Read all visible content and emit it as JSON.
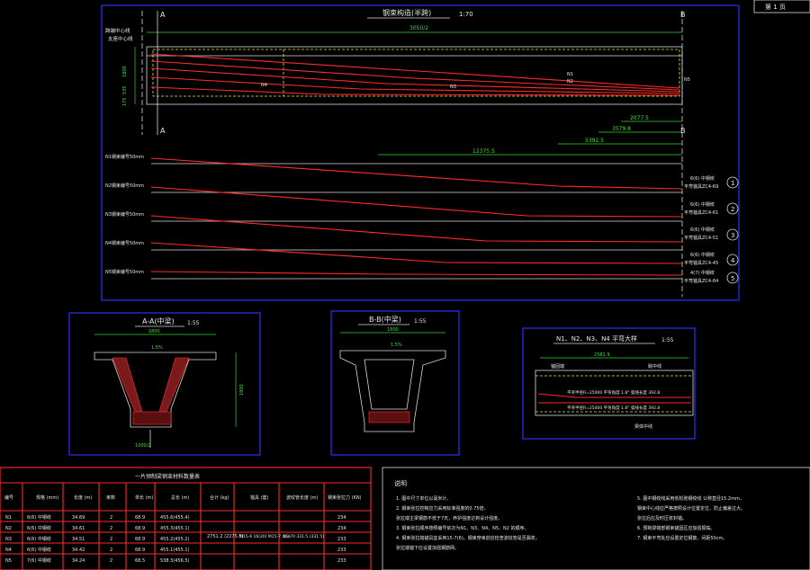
{
  "sheet": {
    "page_label": "第 1 页"
  },
  "elevation": {
    "title": "钢束构造(半跨)",
    "scale": "1:70",
    "section_a": "A",
    "section_b": "B",
    "total_length": "3050/2",
    "left_note_1": "跨端中心线",
    "left_note_2": "支座中心线",
    "dim_1": "2077.5",
    "dim_2": "3579.8",
    "dim_3": "5392.5",
    "dim_4": "12375.5",
    "dims_vertical": [
      "1800",
      "535",
      "175"
    ],
    "strand_labels": [
      "N1",
      "N2",
      "N3",
      "N4",
      "N5"
    ]
  },
  "tendon_rows": [
    {
      "label": "N1钢束编号50mm",
      "end_note": "6(6) 中钢绞",
      "end_note_2": "平弯锚具ZC4-69",
      "num": "1"
    },
    {
      "label": "N2钢束编号50mm",
      "end_note": "6(6) 中钢绞",
      "end_note_2": "平弯锚具ZC4-61",
      "num": "2"
    },
    {
      "label": "N3钢束编号50mm",
      "end_note": "6(6) 中钢绞",
      "end_note_2": "平弯锚具ZC4-51",
      "num": "3"
    },
    {
      "label": "N4钢束编号50mm",
      "end_note": "6(6) 中钢绞",
      "end_note_2": "平弯锚具ZC4-45",
      "num": "4"
    },
    {
      "label": "N5钢束编号50mm",
      "end_note": "4(7) 中钢绞",
      "end_note_2": "平弯锚具ZC4-84",
      "num": "5"
    }
  ],
  "section_aa": {
    "title": "A-A(中梁)",
    "scale": "1:55",
    "width": "1800",
    "slope": "1.5%",
    "height": "1900",
    "bottom": "1000/2"
  },
  "section_bb": {
    "title": "B-B(中梁)",
    "scale": "1:55",
    "width": "1800",
    "slope": "1.5%"
  },
  "plan_detail": {
    "title": "N1、N2、N3、N4 平弯大样",
    "scale": "1:55",
    "dim": "2381.9",
    "label_1": "锚固端",
    "label_2": "跨中线",
    "line_1": "平弯半径R=25000  平弯角度 1.8°  弧线长度 392.8",
    "line_2": "平弯半径R=25000  平弯角度 1.8°  弧线长度 392.8",
    "label_3": "梁体中线"
  },
  "table": {
    "title": "一片预制梁钢束材料数量表",
    "headers": [
      "编号",
      "规格\n(mm)",
      "长度\n(m)",
      "束数",
      "单长\n(m)",
      "总长\n(m)",
      "合计\n(kg)",
      "锚具\n(套)",
      "波纹管长度\n(m)",
      "钢束张拉力\n(KN)"
    ],
    "rows": [
      [
        "N1",
        "6(6) 中钢绞",
        "34.69",
        "2",
        "68.9",
        "455.6(455.4)",
        "",
        "",
        "",
        "234"
      ],
      [
        "N2",
        "6(6) 中钢绞",
        "34.61",
        "2",
        "68.9",
        "455.3(455.1)",
        "",
        "",
        "",
        "234"
      ],
      [
        "N3",
        "6(6) 中钢绞",
        "34.51",
        "2",
        "68.9",
        "455.2(455.2)",
        "",
        "",
        "",
        "233"
      ],
      [
        "N4",
        "6(6) 中钢绞",
        "34.42",
        "2",
        "68.9",
        "455.1(455.1)",
        "",
        "",
        "",
        "233"
      ],
      [
        "N5",
        "7(6) 中钢绞",
        "34.24",
        "2",
        "68.5",
        "538.3(456.5)",
        "",
        "",
        "",
        "233"
      ]
    ],
    "merged_total": "2751.2\n(2275.5)",
    "merged_anchor": "M15-6 16(20)\nM15-7 4(0)",
    "merged_duct": "D=70 331.5\n(331.5)"
  },
  "notes": {
    "heading": "说明",
    "left": [
      "1. 图中尺寸单位以毫米计。",
      "2. 钢束张拉控制应力采用标准强度的0.75倍，",
      "   张拉端主梁钢筋不低于7天，养护强度达到设计强度。",
      "3. 钢束张拉顺序按照编号依次为N1、N3、N4、N5、N2 的顺序。",
      "4. 钢束张拉端锚具宜采用15-7(6)。钢束穿束前应检查波纹管是否漏浆，",
      "   张拉端锚下应设置加强钢筋网。"
    ],
    "right": [
      "5. 图中钢绞线采用低松弛钢绞线 公称直径15.2mm，",
      "   钢束中心线应严格按照设计位置定位，防止偏差过大。",
      "   张拉后应及时压浆封锚。",
      "6. 预制梁端部钢束锚固区应加强振捣。",
      "7. 钢束平弯处应设置定位钢筋，间距50cm。"
    ]
  }
}
